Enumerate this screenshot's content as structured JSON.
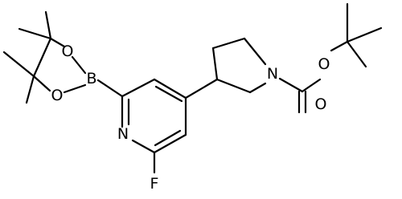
{
  "molecule": {
    "atoms": {
      "boron": "B",
      "boronate_oxygen_upper": "O",
      "boronate_oxygen_lower": "O",
      "pyridine_nitrogen": "N",
      "fluorine": "F",
      "pyrrolidine_nitrogen": "N",
      "ester_oxygen": "O",
      "carbonyl_oxygen": "O"
    }
  }
}
